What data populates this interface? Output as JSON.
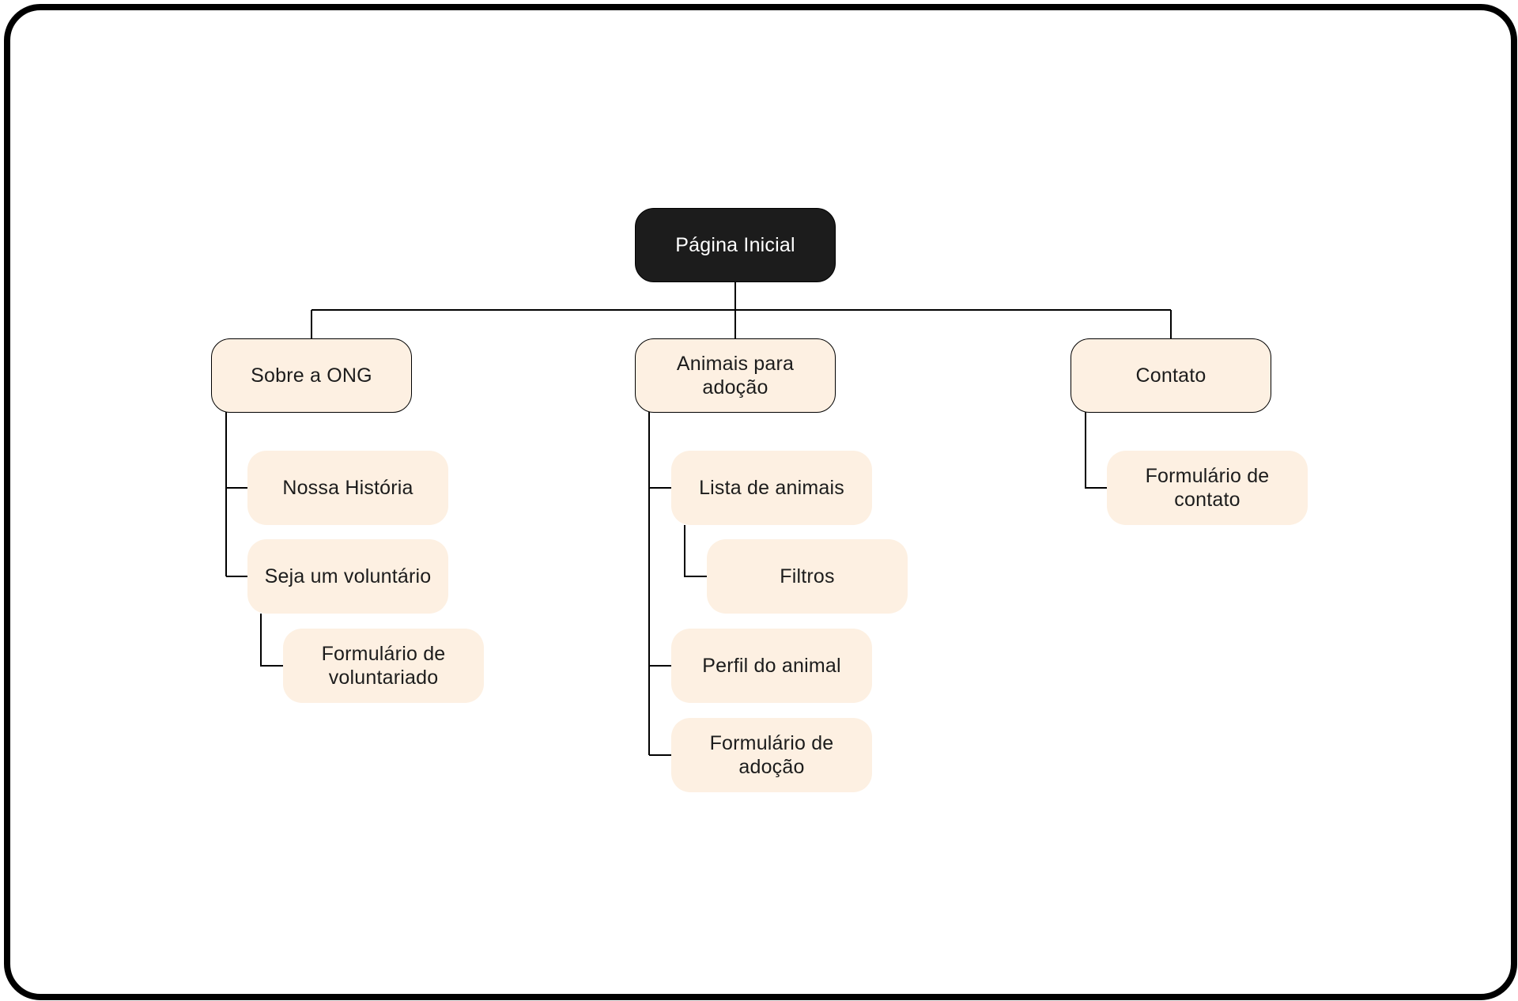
{
  "diagram": {
    "root": {
      "label": "Página Inicial"
    },
    "sections": [
      {
        "label": "Sobre a ONG",
        "children": [
          {
            "label": "Nossa História"
          },
          {
            "label": "Seja um voluntário",
            "children": [
              {
                "label": "Formulário de voluntariado"
              }
            ]
          }
        ]
      },
      {
        "label": "Animais para adoção",
        "children": [
          {
            "label": "Lista de animais",
            "children": [
              {
                "label": "Filtros"
              }
            ]
          },
          {
            "label": "Perfil do animal"
          },
          {
            "label": "Formulário de adoção"
          }
        ]
      },
      {
        "label": "Contato",
        "children": [
          {
            "label": "Formulário de contato"
          }
        ]
      }
    ]
  },
  "colors": {
    "root_fill": "#1c1c1c",
    "node_fill": "#fdf0e2",
    "line": "#000000"
  }
}
